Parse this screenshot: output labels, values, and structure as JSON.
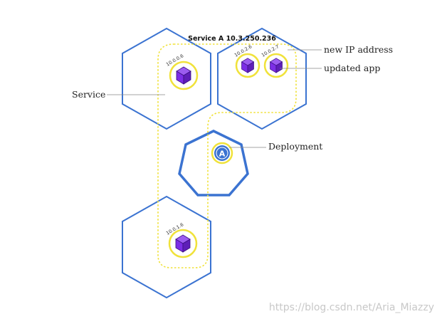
{
  "diagram": {
    "service_title": "Service A 10.3.250.236",
    "labels": {
      "service": "Service",
      "new_ip": "new IP address",
      "updated_app": "updated app",
      "deployment": "Deployment"
    },
    "pods": [
      {
        "ip": "10.0.0.6"
      },
      {
        "ip": "10.0.2.6"
      },
      {
        "ip": "10.0.2.7"
      },
      {
        "ip": "10.0.1.6"
      }
    ],
    "deployment_letter": "A",
    "watermark": "https://blog.csdn.net/Aria_Miazzy",
    "colors": {
      "node_stroke": "#3b73d1",
      "service_outline": "#f0e23a",
      "pod_ring": "#f0e23a",
      "cube": "#7c2ee6",
      "cube_top": "#9b5cf0",
      "cube_side": "#5e1fb8",
      "deployment_fill": "#3b73d1",
      "leader_line": "#888888"
    }
  }
}
